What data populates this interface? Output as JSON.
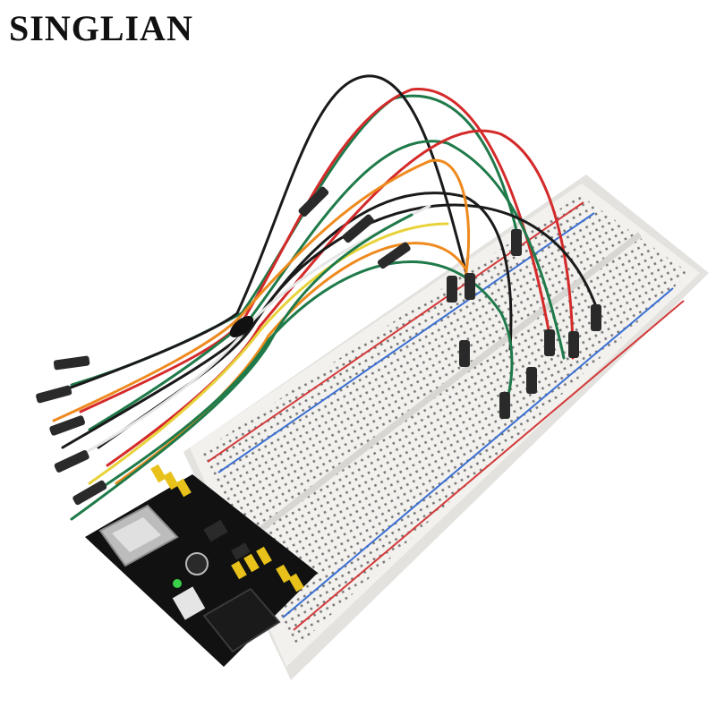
{
  "brand": {
    "text": "SINGLIAN"
  },
  "product": {
    "items": [
      "breadboard",
      "power-supply-module",
      "jumper-wires"
    ],
    "colors": {
      "breadboard": "#f2f1ee",
      "rail_red": "#d23a3a",
      "rail_blue": "#3a6fd2",
      "pcb": "#111111",
      "jumper_header": "#e8c21a",
      "wire_green": "#1f7a4a",
      "wire_red": "#d42a2a",
      "wire_black": "#1a1a1a",
      "wire_orange": "#ee8a1e",
      "wire_yellow": "#e8d23a",
      "wire_white": "#e6e6e6"
    }
  }
}
